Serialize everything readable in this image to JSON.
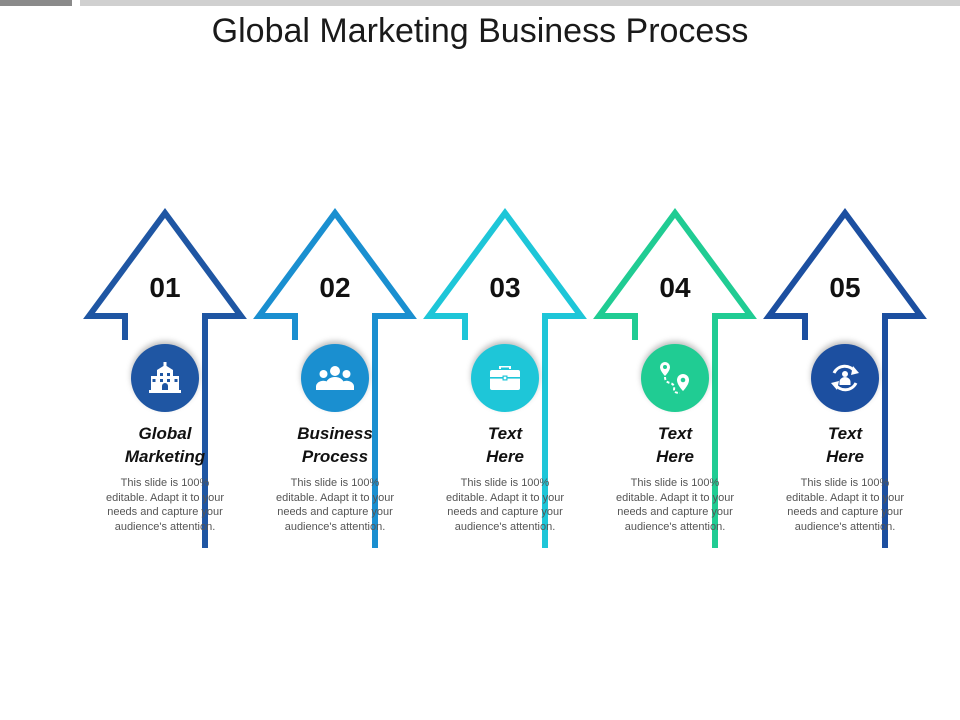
{
  "title": "Global Marketing Business Process",
  "steps": [
    {
      "number": "01",
      "heading_line1": "Global",
      "heading_line2": "Marketing",
      "description": "This slide is 100% editable. Adapt it to your needs and capture your audience's attention.",
      "icon": "building-icon",
      "color": "#1f56a3"
    },
    {
      "number": "02",
      "heading_line1": "Business",
      "heading_line2": "Process",
      "description": "This slide is 100% editable. Adapt it to your needs and capture your audience's attention.",
      "icon": "team-icon",
      "color": "#1a8fd0"
    },
    {
      "number": "03",
      "heading_line1": "Text",
      "heading_line2": "Here",
      "description": "This slide is 100% editable. Adapt it to your needs and capture your audience's attention.",
      "icon": "briefcase-icon",
      "color": "#1ec6d8"
    },
    {
      "number": "04",
      "heading_line1": "Text",
      "heading_line2": "Here",
      "description": "This slide is 100% editable. Adapt it to your needs and capture your audience's attention.",
      "icon": "map-route-icon",
      "color": "#20cc93"
    },
    {
      "number": "05",
      "heading_line1": "Text",
      "heading_line2": "Here",
      "description": "This slide is 100% editable. Adapt it to your needs and capture your audience's attention.",
      "icon": "refresh-icon",
      "color": "#1c4fa0"
    }
  ]
}
